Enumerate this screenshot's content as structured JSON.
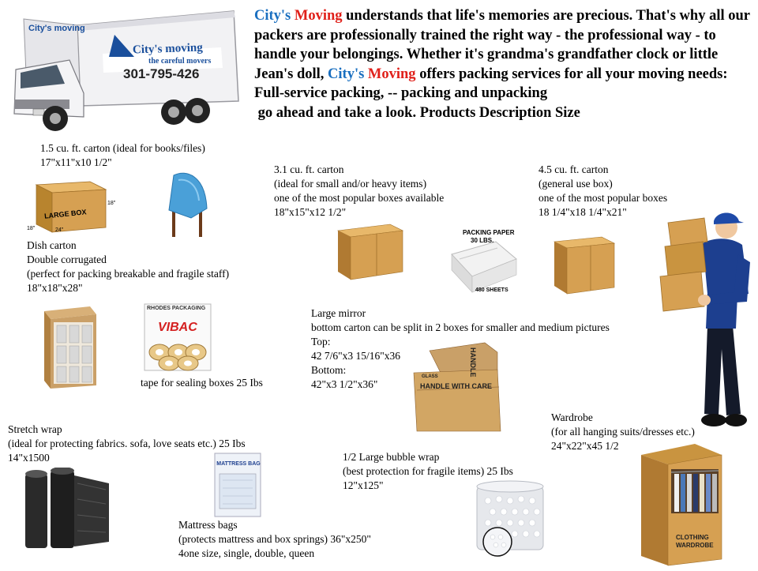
{
  "truck": {
    "side_logo": "City's moving",
    "logo": "City's moving",
    "slogan": "the careful movers",
    "phone": "301-795-426"
  },
  "intro": {
    "p1_brand_a": "City's",
    "p1_brand_b": "Moving",
    "p1_text": " understands that life's memories are precious. That's why all our packers are professionally trained the right way - the professional way - to handle your belongings. Whether it's grandma's grandfather clock or little Jean's doll, ",
    "p2_brand_a": "City's",
    "p2_brand_b": "Moving",
    "p2_text": " offers packing services for all your moving needs:",
    "line3": "Full-service packing, --  packing and unpacking",
    "line4": " go ahead and take a look. Products Description Size"
  },
  "items": {
    "carton_15": {
      "l1": "1.5 cu. ft. carton (ideal for books/files)",
      "l2": "17\"x11\"x10 1/2\"",
      "box_label": "LARGE BOX",
      "dim_w": "24\"",
      "dim_h": "18\"",
      "dim_d": "18\""
    },
    "carton_31": {
      "l1": "3.1 cu. ft. carton",
      "l2": "(ideal for small  and/or heavy items)",
      "l3": "one of the most popular boxes available",
      "l4": "18\"x15\"x12 1/2\""
    },
    "carton_45": {
      "l1": "4.5 cu. ft. carton",
      "l2": "(general use box)",
      "l3": "one of the most popular boxes",
      "l4": "18 1/4\"x18 1/4\"x21\""
    },
    "dish": {
      "l1": "Dish carton",
      "l2": "Double corrugated",
      "l3": "(perfect for packing breakable and fragile staff)",
      "l4": "18\"x18\"x28\""
    },
    "paper": {
      "l1": "PACKING PAPER",
      "l2": "30 LBS.",
      "l3": "480 SHEETS"
    },
    "tape": {
      "l1": "tape for sealing boxes 25 Ibs",
      "brand": "RHODES PACKAGING",
      "product": "VIBAC"
    },
    "mirror": {
      "l1": "Large mirror",
      "l2": "bottom carton can be split in 2 boxes for smaller and medium pictures",
      "l3": "Top:",
      "l4": "42 7/6\"x3 15/16\"x36",
      "l5": "Bottom:",
      "l6": "42\"x3 1/2\"x36\"",
      "box_text": "HANDLE WITH CARE",
      "box_top": "HANDLE",
      "box_small": "GLASS"
    },
    "stretch": {
      "l1": "Stretch wrap",
      "l2": "(ideal for protecting fabrics. sofa, love seats etc.) 25 Ibs",
      "l3": "14\"x1500"
    },
    "mattress": {
      "l1": "Mattress bags",
      "l2": "(protects mattress and box springs) 36\"x250\"",
      "l3": "4one size, single, double, queen",
      "bag_text": "MATTRESS BAG"
    },
    "bubble": {
      "l1": "1/2 Large bubble wrap",
      "l2": "(best protection for fragile items) 25 Ibs",
      "l3": "12\"x125\""
    },
    "wardrobe": {
      "l1": "Wardrobe",
      "l2": "(for all hanging suits/dresses etc.)",
      "l3": "24\"x22\"x45 1/2",
      "box_l1": "CLOTHING",
      "box_l2": "WARDROBE"
    }
  },
  "colors": {
    "brand_blue": "#1a6fc0",
    "brand_red": "#e0201a",
    "cardboard": "#d6a052",
    "cardboard_dark": "#b07a32",
    "shirt": "#1d3f8f"
  }
}
